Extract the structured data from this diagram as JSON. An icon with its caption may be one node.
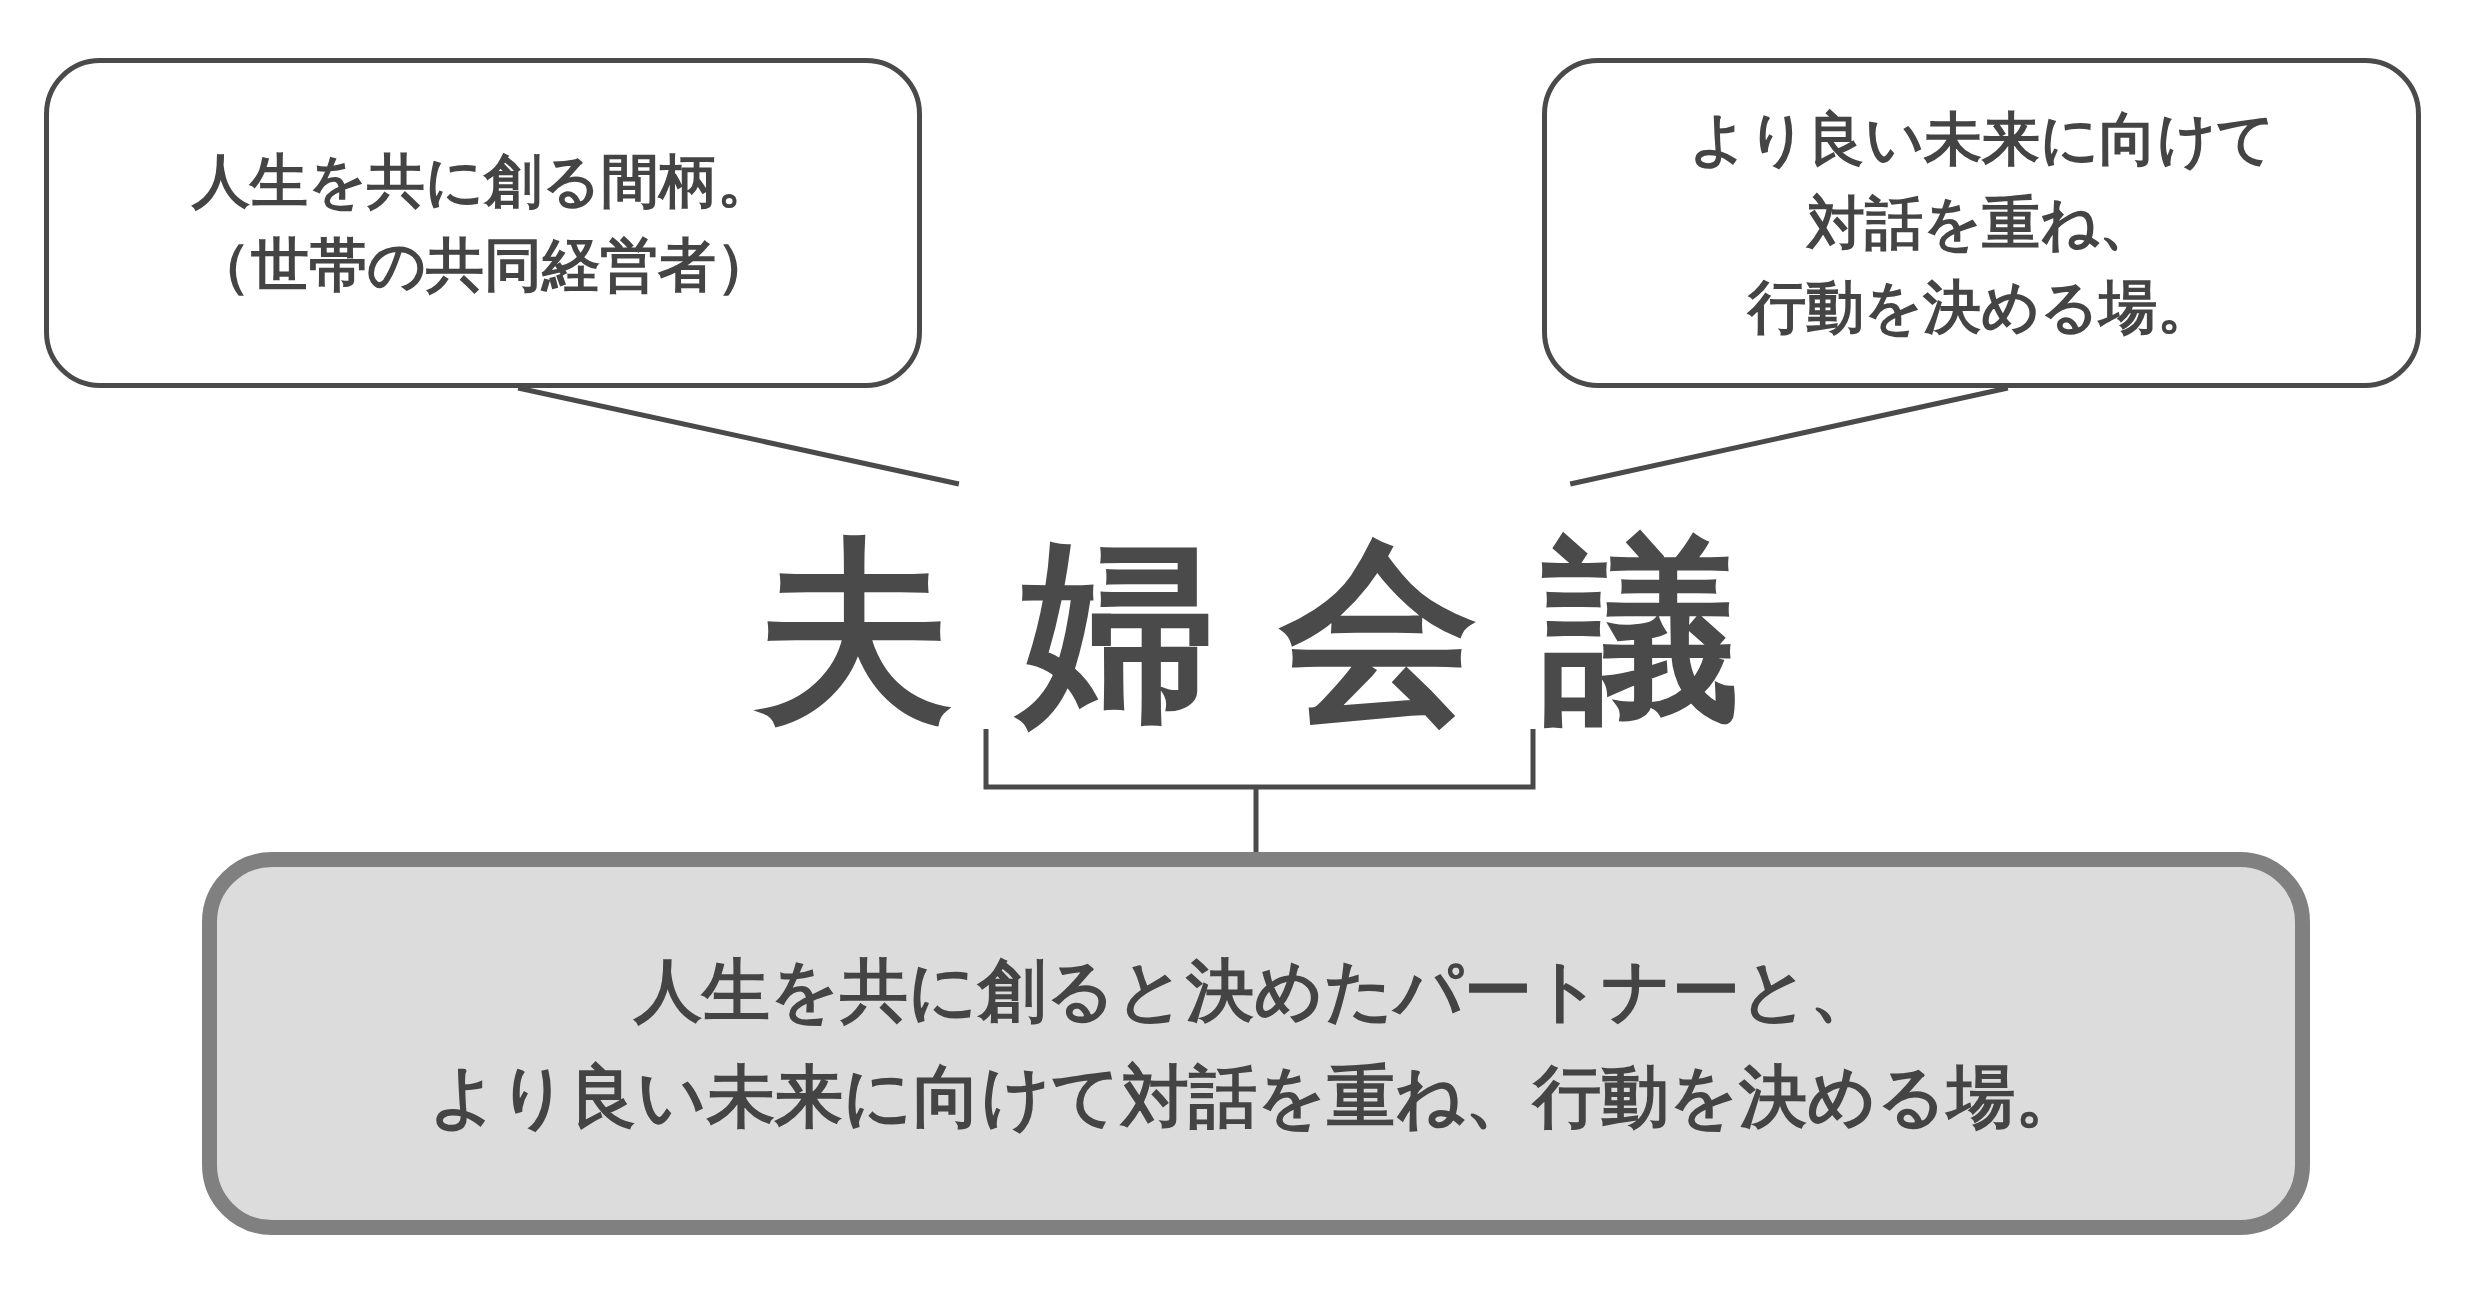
{
  "diagram": {
    "nodes": [
      {
        "text": [
          "人生を共に創る間柄。",
          "（世帯の共同経営者）"
        ]
      },
      {
        "text": [
          "より良い未来に向けて",
          "対話を重ね、",
          "行動を決める場。"
        ]
      },
      {
        "text": [
          "夫婦会議"
        ]
      },
      {
        "text": [
          "人生を共に創ると決めたパートナーと、",
          "より良い未来に向けて対話を重ね、行動を決める場。"
        ]
      }
    ],
    "edges": [
      {
        "from": 0,
        "to": 2,
        "arrow": "none"
      },
      {
        "from": 1,
        "to": 2,
        "arrow": "none"
      },
      {
        "from": 2,
        "to": 3,
        "arrow": "none"
      }
    ]
  }
}
